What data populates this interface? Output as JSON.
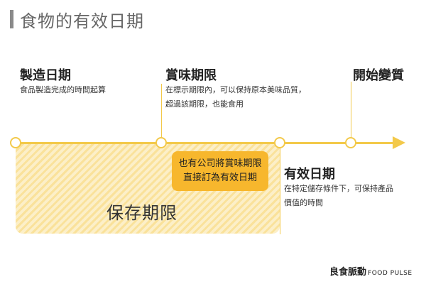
{
  "title": "食物的有效日期",
  "stages": [
    {
      "heading": "製造日期",
      "lines": [
        "食品製造完成的時間起算"
      ]
    },
    {
      "heading": "賞味期限",
      "lines": [
        "在標示期限內，可以保持原本美味品質，",
        "超過該期限，也能食用"
      ]
    },
    {
      "heading": "有效日期",
      "lines": [
        "在特定儲存條件下，可保持產品",
        "價值的時間"
      ]
    },
    {
      "heading": "開始變質",
      "lines": []
    }
  ],
  "callout": {
    "lines": [
      "也有公司將賞味期限",
      "直接訂為有效日期"
    ]
  },
  "shelf_life_label": "保存期限",
  "brand": {
    "name_zh": "良食脈動",
    "name_en": "FOOD PULSE"
  },
  "colors": {
    "accent": "#f3c94a",
    "callout_bg": "#f7b72d",
    "hatch_bg": "#fcefc8"
  }
}
